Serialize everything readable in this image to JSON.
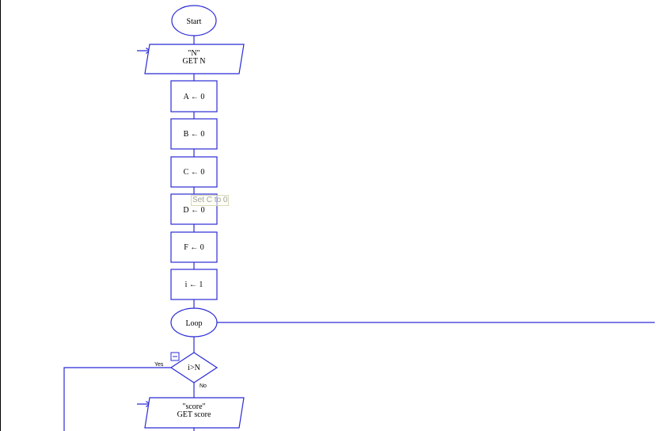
{
  "flowchart": {
    "start": "Start",
    "input_n": {
      "prompt": "\"N\"",
      "statement": "GET N"
    },
    "assign_a": "A ← 0",
    "assign_b": "B ← 0",
    "assign_c": "C ← 0",
    "assign_d": "D ← 0",
    "assign_f": "F ← 0",
    "assign_i": "i ← 1",
    "loop": "Loop",
    "decision": {
      "condition": "i>N",
      "yes": "Yes",
      "no": "No"
    },
    "input_score": {
      "prompt": "\"score\"",
      "statement": "GET score"
    }
  },
  "tooltip": "Set C to 0",
  "colors": {
    "shape_stroke": "#2b2bd6",
    "tooltip_text": "#a0a0a0"
  }
}
